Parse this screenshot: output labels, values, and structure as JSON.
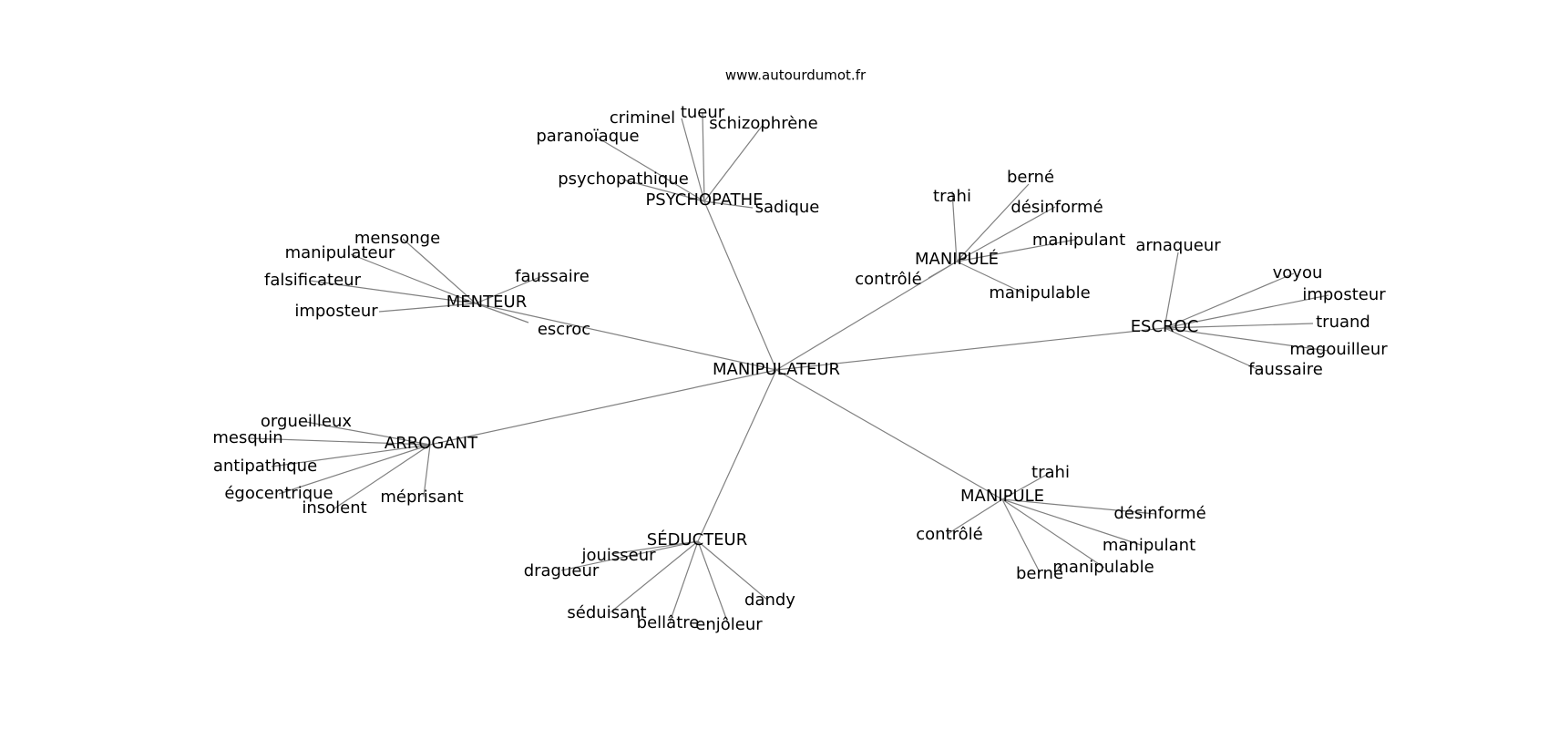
{
  "watermark": "www.autourdumot.fr",
  "center": "MANIPULATEUR",
  "clusters": [
    {
      "id": "psychopathe",
      "label": "PSYCHOPATHE",
      "children": [
        "criminel",
        "tueur",
        "schizophrène",
        "paranoïaque",
        "psychopathique",
        "sadique"
      ]
    },
    {
      "id": "menteur",
      "label": "MENTEUR",
      "children": [
        "mensonge",
        "manipulateur",
        "falsificateur",
        "imposteur",
        "faussaire",
        "escroc"
      ]
    },
    {
      "id": "manipule-acc",
      "label": "MANIPULÉ",
      "children": [
        "trahi",
        "berné",
        "désinformé",
        "manipulant",
        "contrôlé",
        "manipulable"
      ]
    },
    {
      "id": "escroc",
      "label": "ESCROC",
      "children": [
        "arnaqueur",
        "voyou",
        "imposteur",
        "truand",
        "magouilleur",
        "faussaire"
      ]
    },
    {
      "id": "arrogant",
      "label": "ARROGANT",
      "children": [
        "orgueilleux",
        "mesquin",
        "antipathique",
        "égocentrique",
        "insolent",
        "méprisant"
      ]
    },
    {
      "id": "seducteur",
      "label": "SÉDUCTEUR",
      "children": [
        "jouisseur",
        "dragueur",
        "séduisant",
        "bellâtre",
        "enjôleur",
        "dandy"
      ]
    },
    {
      "id": "manipule",
      "label": "MANIPULE",
      "children": [
        "trahi",
        "désinformé",
        "manipulant",
        "manipulable",
        "berné",
        "contrôlé"
      ]
    }
  ]
}
